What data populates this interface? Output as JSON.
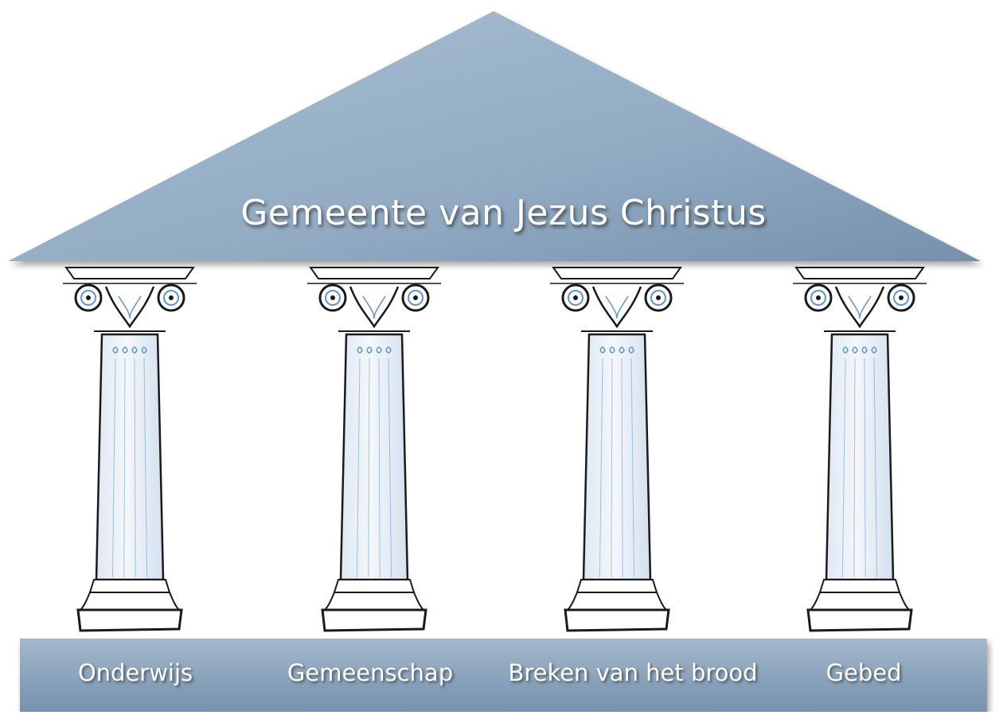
{
  "roof": {
    "title": "Gemeente van Jezus Christus"
  },
  "pillars": [
    {
      "label": "Onderwijs"
    },
    {
      "label": "Gemeenschap"
    },
    {
      "label": "Breken van het brood"
    },
    {
      "label": "Gebed"
    }
  ],
  "colors": {
    "roof_light": "#9fb6cc",
    "roof_dark": "#7993ad",
    "base_light": "#98b0c6",
    "base_dark": "#6f8ba6",
    "column_fill": "#e4edf7",
    "ornament_blue": "#5f97d0",
    "outline": "#1a1a1a"
  }
}
